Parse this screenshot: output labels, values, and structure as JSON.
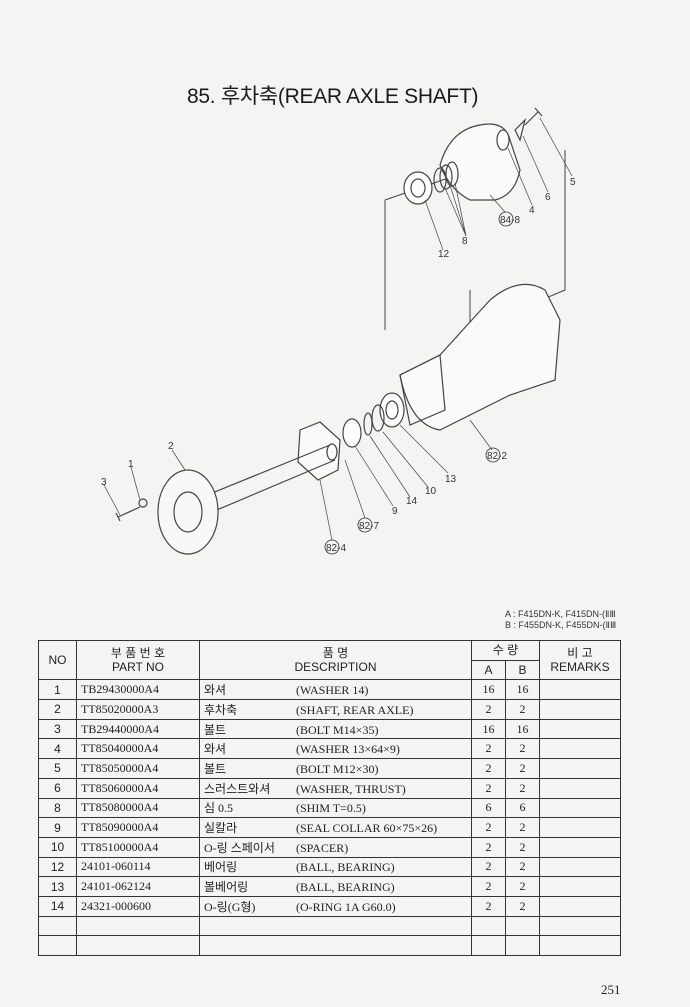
{
  "title": "85. 후차축(REAR AXLE SHAFT)",
  "callouts": {
    "c12": "12",
    "c8": "8",
    "c84_8": "84-8",
    "c4": "4",
    "c6": "6",
    "c5": "5",
    "c82_2": "82-2",
    "c13": "13",
    "c10": "10",
    "c14": "14",
    "c9": "9",
    "c82_7": "82-7",
    "c82_4": "82-4",
    "c2": "2",
    "c1": "1",
    "c3": "3"
  },
  "models": {
    "a": "A : F415DN-K, F415DN-(ⅡⅢ",
    "b": "B : F455DN-K, F455DN-(ⅡⅢ"
  },
  "table": {
    "headers": {
      "no": "NO",
      "part_kr": "부 품 번 호",
      "part_en": "PART NO",
      "desc_kr": "품          명",
      "desc_en": "DESCRIPTION",
      "qty_kr": "수     량",
      "a": "A",
      "b": "B",
      "remarks_kr": "비     고",
      "remarks_en": "REMARKS"
    },
    "rows": [
      {
        "no": "1",
        "part": "TB29430000A4",
        "kr": "와셔",
        "desc": "(WASHER 14)",
        "a": "16",
        "b": "16"
      },
      {
        "no": "2",
        "part": "TT85020000A3",
        "kr": "후차축",
        "desc": "(SHAFT, REAR AXLE)",
        "a": "2",
        "b": "2"
      },
      {
        "no": "3",
        "part": "TB29440000A4",
        "kr": "볼트",
        "desc": "(BOLT M14×35)",
        "a": "16",
        "b": "16"
      },
      {
        "no": "4",
        "part": "TT85040000A4",
        "kr": "와셔",
        "desc": "(WASHER 13×64×9)",
        "a": "2",
        "b": "2"
      },
      {
        "no": "5",
        "part": "TT85050000A4",
        "kr": "볼트",
        "desc": "(BOLT M12×30)",
        "a": "2",
        "b": "2"
      },
      {
        "no": "6",
        "part": "TT85060000A4",
        "kr": "스러스트와셔",
        "desc": "(WASHER, THRUST)",
        "a": "2",
        "b": "2"
      },
      {
        "no": "8",
        "part": "TT85080000A4",
        "kr": "심 0.5",
        "desc": "(SHIM T=0.5)",
        "a": "6",
        "b": "6"
      },
      {
        "no": "9",
        "part": "TT85090000A4",
        "kr": "실칼라",
        "desc": "(SEAL COLLAR 60×75×26)",
        "a": "2",
        "b": "2"
      },
      {
        "no": "10",
        "part": "TT85100000A4",
        "kr": "O-링 스페이서",
        "desc": "(SPACER)",
        "a": "2",
        "b": "2"
      },
      {
        "no": "12",
        "part": "24101-060114",
        "kr": "베어링",
        "desc": "(BALL, BEARING)",
        "a": "2",
        "b": "2"
      },
      {
        "no": "13",
        "part": "24101-062124",
        "kr": "볼베어링",
        "desc": "(BALL, BEARING)",
        "a": "2",
        "b": "2"
      },
      {
        "no": "14",
        "part": "24321-000600",
        "kr": "O-링(G형)",
        "desc": "(O-RING 1A G60.0)",
        "a": "2",
        "b": "2"
      }
    ]
  },
  "page_number": "251"
}
